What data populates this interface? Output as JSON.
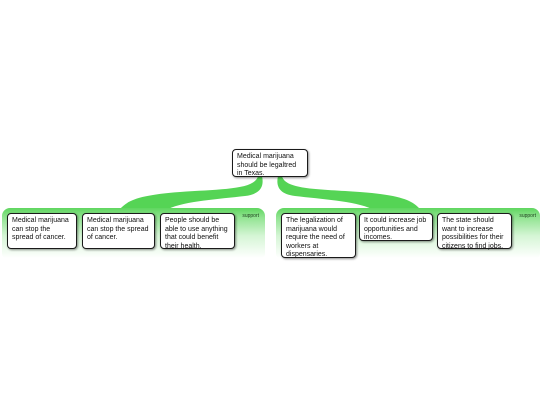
{
  "root": {
    "text": "Medical marijuana should be legaltred in Texas."
  },
  "groups": [
    {
      "label": "support",
      "items": [
        "Medical marijuana can stop the spread of cancer.",
        "Medical marijuana can stop the spread of cancer.",
        "People should be able to use anything that could benefit their health."
      ]
    },
    {
      "label": "support",
      "items": [
        "The legalization of marijuana would require the need of workers at dispensaries.",
        "It could increase job opportunities and incomes.",
        "The state should want to increase possibilities for their citizens to find jobs."
      ]
    }
  ],
  "colors": {
    "connector": "#55d455",
    "group_top": "#5fd65f",
    "node_border": "#1a1a1a"
  }
}
